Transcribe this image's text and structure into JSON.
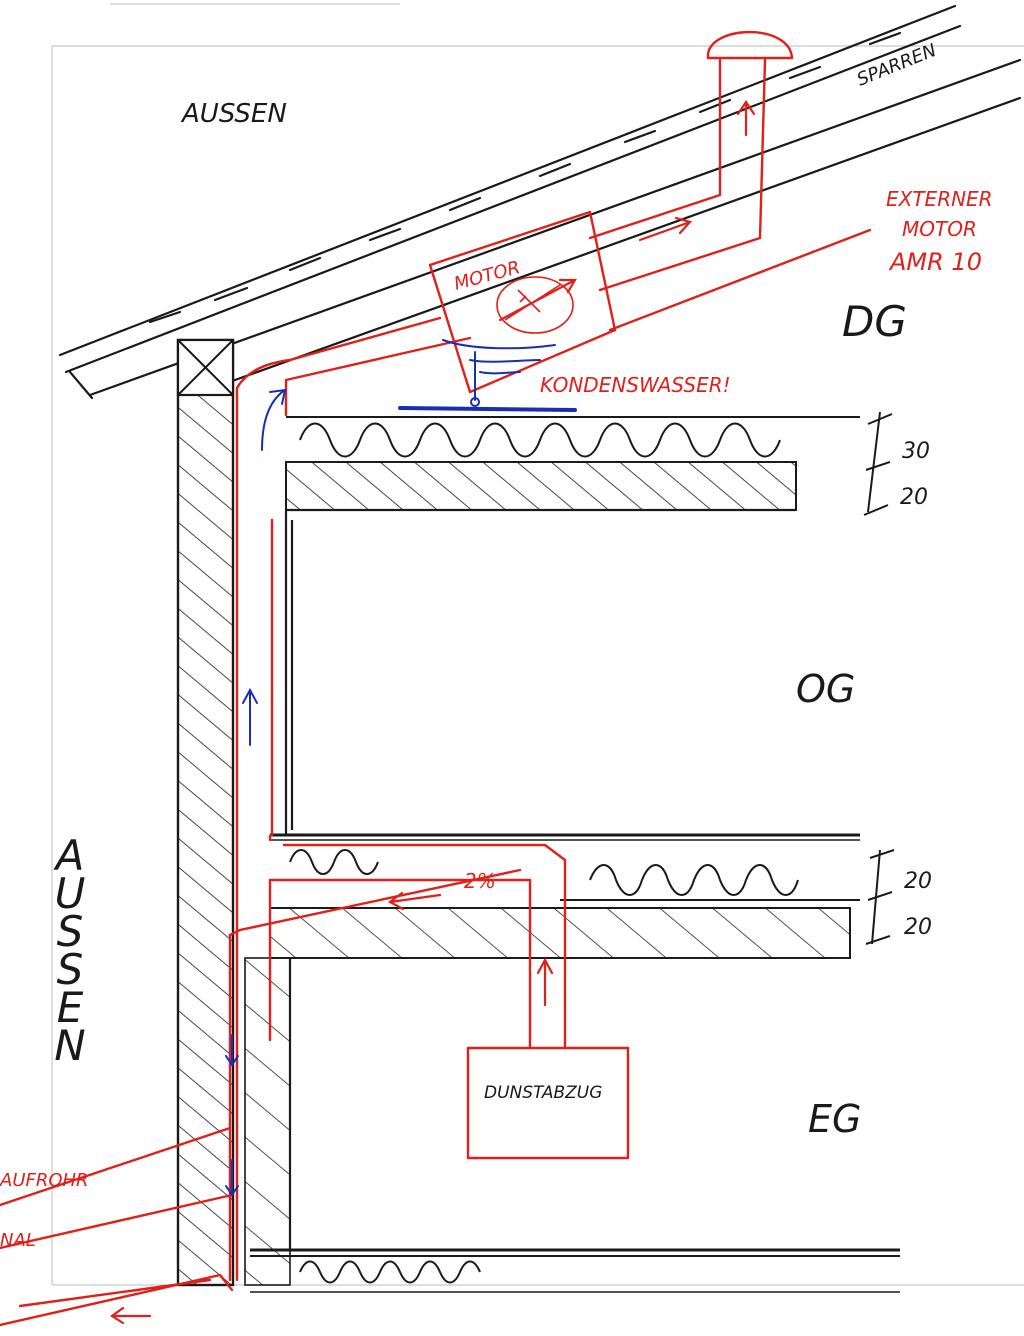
{
  "labels": {
    "aussen_top": "AUSSEN",
    "aussen_side": "AUSSEN",
    "sparren": "SPARREN",
    "dg": "DG",
    "og": "OG",
    "eg": "EG",
    "motor": "MOTOR",
    "externer_motor_1": "EXTERNER",
    "externer_motor_2": "MOTOR",
    "externer_motor_3": "AMR 10",
    "kondenswasser": "KONDENSWASSER!",
    "dunstabzug": "DUNSTABZUG",
    "gefaelle": "2%",
    "dim_upper_1": "30",
    "dim_upper_2": "20",
    "dim_lower_1": "20",
    "dim_lower_2": "20",
    "left_cut_1": "AUFROHR",
    "left_cut_2": "NAL"
  },
  "colors": {
    "ink": "#1a1a1a",
    "duct_red": "#e0201a",
    "flow_blue": "#1a2fb0",
    "paper": "#ffffff"
  }
}
